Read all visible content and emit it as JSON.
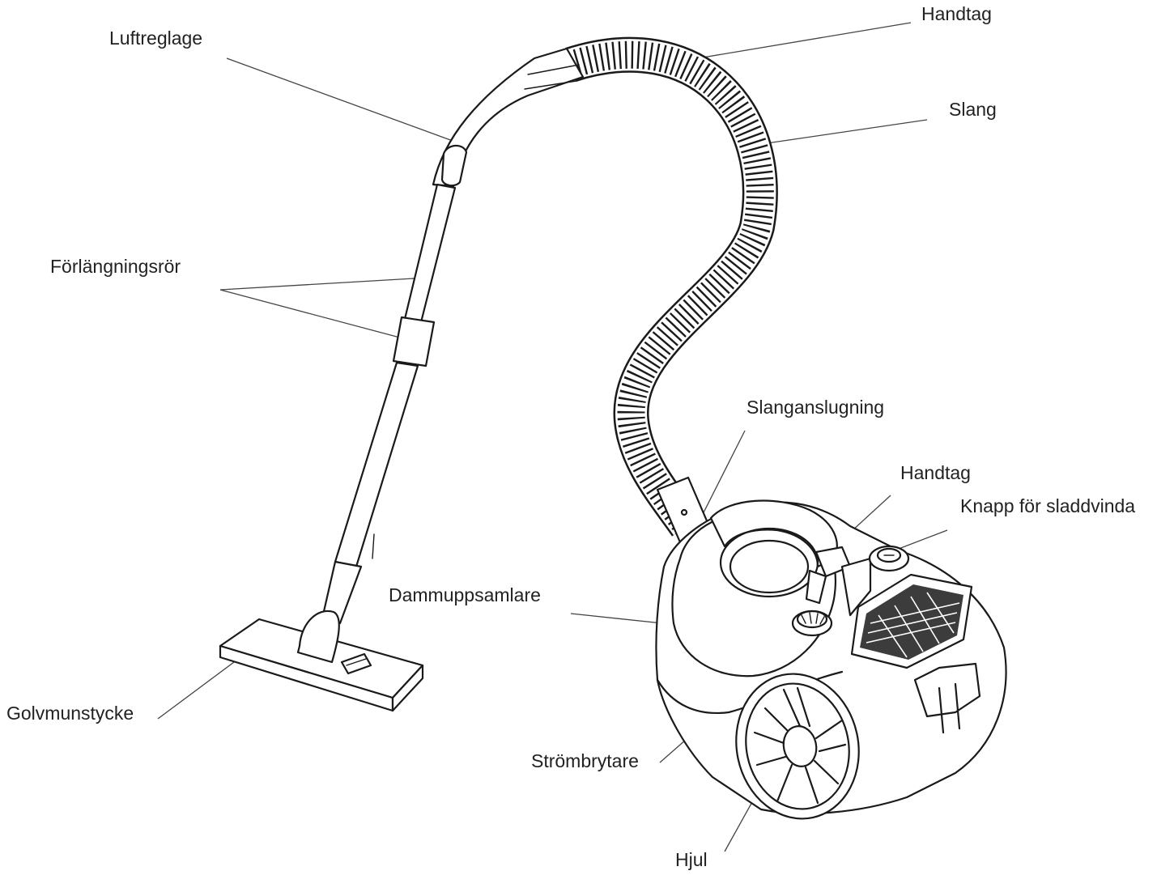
{
  "labels": {
    "handle_hose": "Handtag",
    "air_regulator": "Luftreglage",
    "hose": "Slang",
    "extension_tube": "Förlängningsrör",
    "hose_connection": "Slanganslugning",
    "handle_body": "Handtag",
    "cord_rewind_button": "Knapp för sladdvinda",
    "dust_container": "Dammuppsamlare",
    "floor_nozzle": "Golvmunstycke",
    "power_switch": "Strömbrytare",
    "wheel": "Hjul"
  }
}
